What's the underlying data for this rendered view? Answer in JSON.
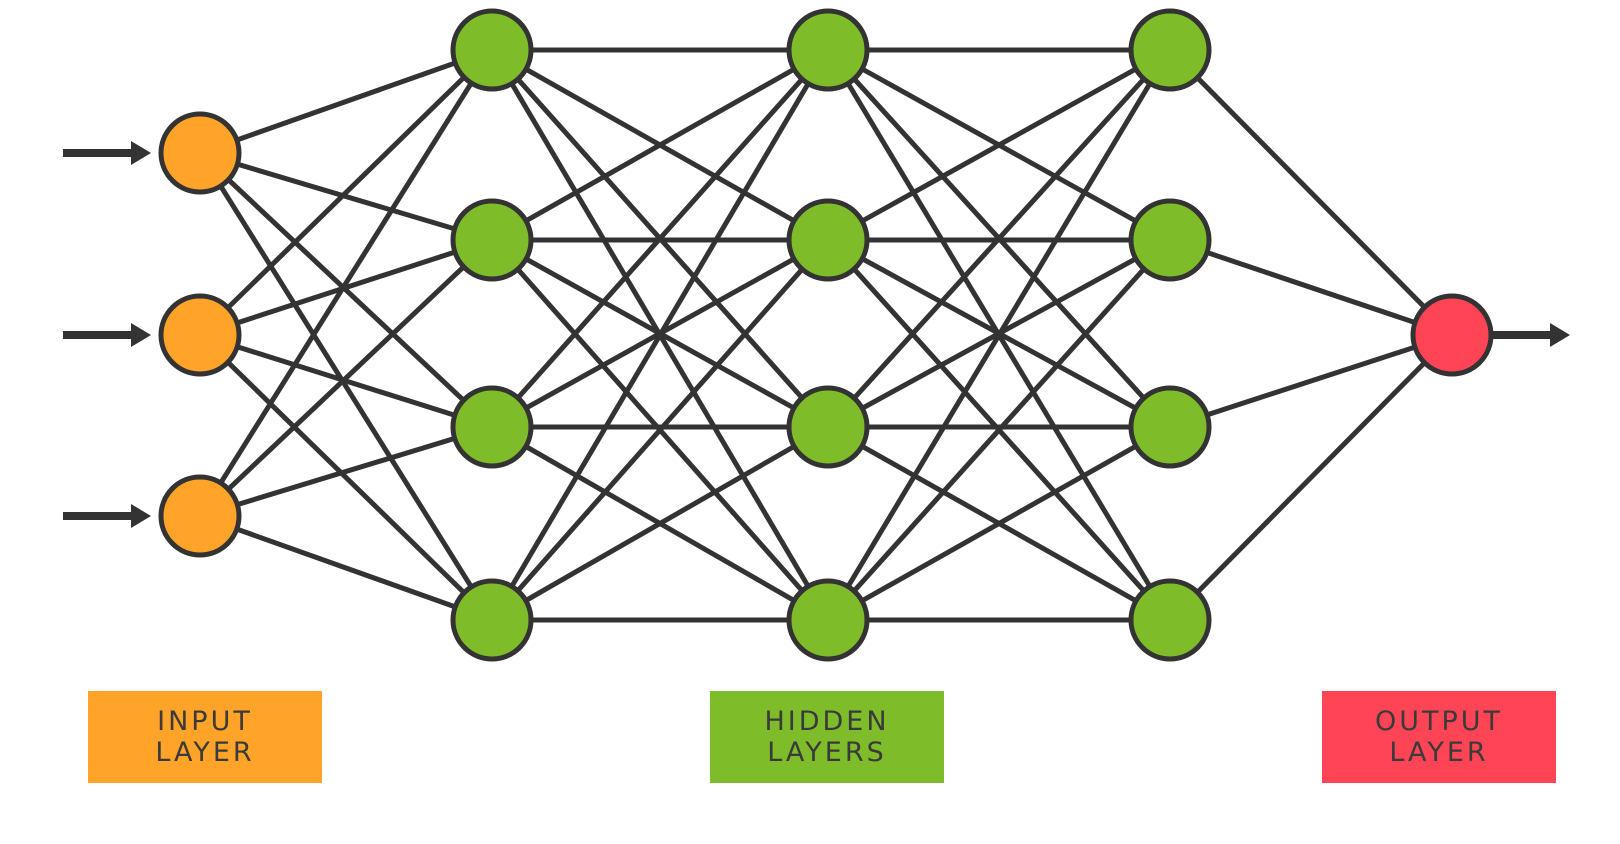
{
  "colors": {
    "input": "#ffa428",
    "hidden": "#7ebc2a",
    "output": "#ff4455",
    "line": "#333333",
    "node_border": "#333333",
    "label_text": "#3a3a3a"
  },
  "network": {
    "layers": [
      {
        "kind": "input",
        "nodes": 3
      },
      {
        "kind": "hidden",
        "nodes": 4
      },
      {
        "kind": "hidden",
        "nodes": 4
      },
      {
        "kind": "hidden",
        "nodes": 4
      },
      {
        "kind": "output",
        "nodes": 1
      }
    ],
    "fully_connected": true,
    "input_arrows": true,
    "output_arrow": true
  },
  "labels": {
    "input": {
      "line1": "INPUT",
      "line2": "LAYER"
    },
    "hidden": {
      "line1": "HIDDEN",
      "line2": "LAYERS"
    },
    "output": {
      "line1": "OUTPUT",
      "line2": "LAYER"
    }
  }
}
